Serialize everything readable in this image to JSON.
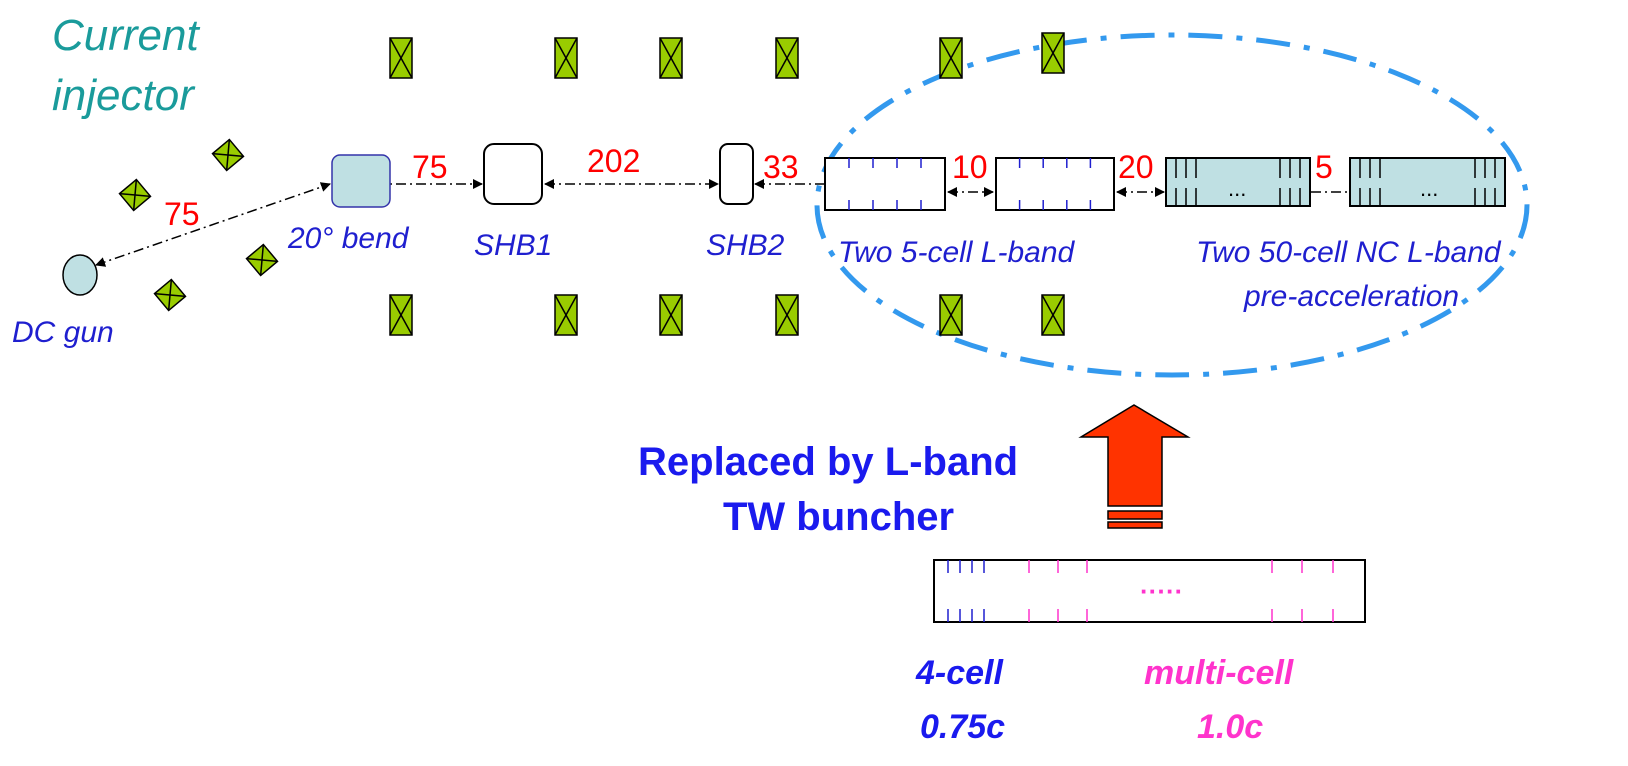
{
  "title_lines": [
    "Current",
    "injector"
  ],
  "labels": {
    "dc_gun": "DC gun",
    "bend": "20° bend",
    "shb1": "SHB1",
    "shb2": "SHB2",
    "five_cell": "Two 5-cell L-band",
    "fifty_cell_line1": "Two 50-cell NC L-band",
    "fifty_cell_line2": "pre-acceleration"
  },
  "distances": {
    "gun_to_bend": "75",
    "bend_to_shb1": "75",
    "shb1_to_shb2": "202",
    "shb2_to_5cell": "33",
    "between_5cell": "10",
    "5cell_to_50cell": "20",
    "between_50cell": "5"
  },
  "ellipsis": "...",
  "replacement": {
    "line1": "Replaced by L-band",
    "line2": "TW buncher",
    "dots": "·····",
    "cell4_line1": "4-cell",
    "cell4_line2": "0.75c",
    "multi_line1": "multi-cell",
    "multi_line2": "1.0c"
  },
  "colors": {
    "title": "#1a9b9b",
    "label_blue": "#1f1fcf",
    "distance_red": "#ff0000",
    "magnet_fill": "#99cc00",
    "cavity_fill": "#bfe0e3",
    "ellipse_stroke": "#3399ee",
    "arrow_fill": "#ff3300",
    "magenta": "#ff33cc",
    "bold_blue": "#1a1aee"
  }
}
